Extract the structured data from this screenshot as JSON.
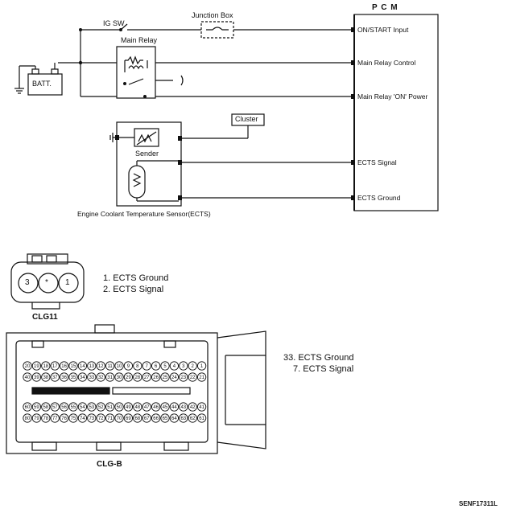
{
  "labels": {
    "ig_sw": "IG SW",
    "junction_box": "Junction Box",
    "pcm": "P C M",
    "main_relay": "Main Relay",
    "batt": "BATT.",
    "cluster": "Cluster",
    "sender": "Sender",
    "ects_title": "Engine Coolant Temperature Sensor(ECTS)",
    "figure_code": "SENF17311L"
  },
  "pcm_pins": [
    "ON/START Input",
    "Main Relay Control",
    "Main Relay 'ON' Power",
    "ECTS Signal",
    "ECTS Ground"
  ],
  "connectors": {
    "clg11": {
      "name": "CLG11",
      "pins": [
        "3",
        "*",
        "1"
      ],
      "legend": [
        "1. ECTS Ground",
        "2. ECTS Signal"
      ]
    },
    "clgb": {
      "name": "CLG-B",
      "row1": [
        "20",
        "19",
        "18",
        "17",
        "16",
        "15",
        "14",
        "13",
        "12",
        "11",
        "10",
        "9",
        "8",
        "7",
        "6",
        "5",
        "4",
        "3",
        "2",
        "1"
      ],
      "row2": [
        "40",
        "39",
        "38",
        "37",
        "36",
        "35",
        "34",
        "33",
        "32",
        "31",
        "30",
        "29",
        "28",
        "27",
        "26",
        "25",
        "24",
        "23",
        "22",
        "21"
      ],
      "row3": [
        "60",
        "59",
        "58",
        "57",
        "56",
        "55",
        "54",
        "53",
        "52",
        "51",
        "50",
        "49",
        "48",
        "47",
        "46",
        "45",
        "44",
        "43",
        "42",
        "41"
      ],
      "row4": [
        "80",
        "79",
        "78",
        "77",
        "76",
        "75",
        "74",
        "73",
        "72",
        "71",
        "70",
        "69",
        "68",
        "67",
        "66",
        "65",
        "64",
        "63",
        "62",
        "61"
      ],
      "legend": [
        "33. ECTS Ground",
        "7. ECTS Signal"
      ]
    }
  }
}
